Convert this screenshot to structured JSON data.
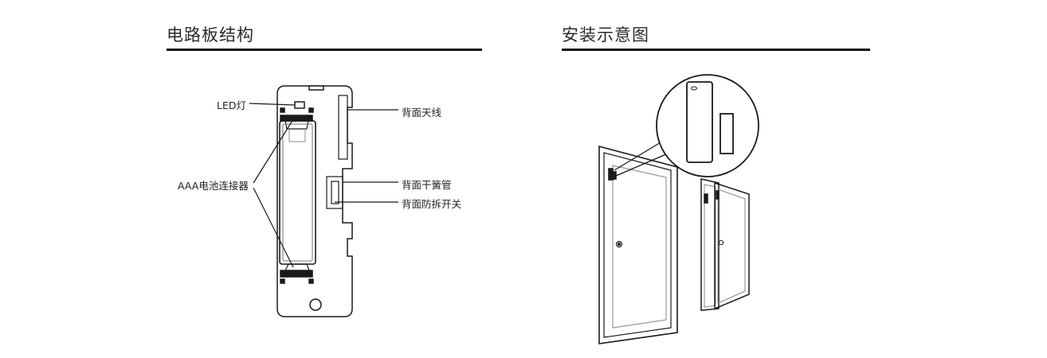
{
  "left_section": {
    "title": "电路板结构",
    "labels": {
      "led": "LED灯",
      "battery_connector": "AAA电池连接器",
      "antenna": "背面天线",
      "reed_switch": "背面干簧管",
      "tamper_switch": "背面防拆开关"
    }
  },
  "right_section": {
    "title": "安装示意图"
  }
}
